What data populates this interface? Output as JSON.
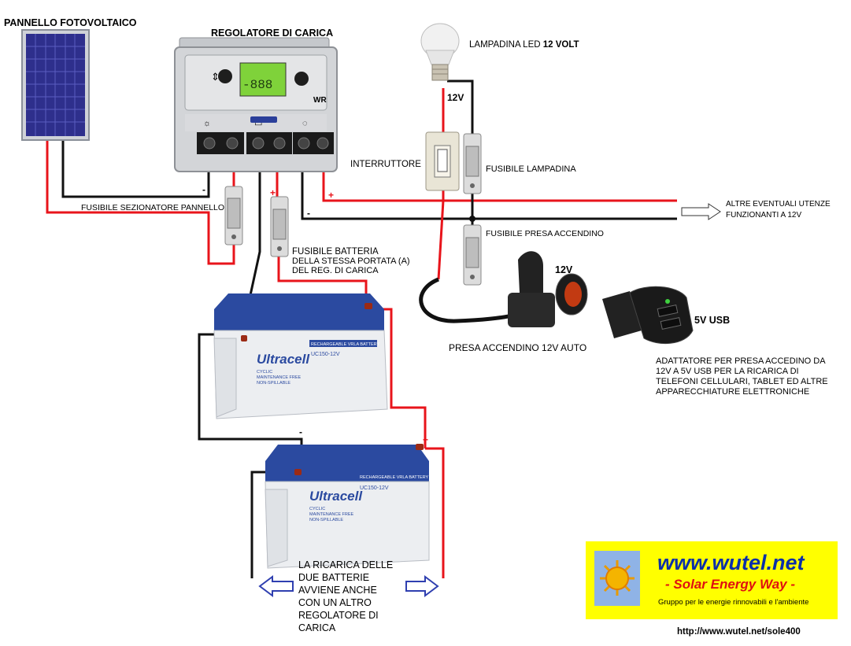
{
  "labels": {
    "panel_title": "PANNELLO FOTOVOLTAICO",
    "regulator_title": "REGOLATORE DI CARICA",
    "regulator_brand": "WR",
    "regulator_lcd": "-888",
    "lamp_title_a": "LAMPADINA LED",
    "lamp_title_b": "12 VOLT",
    "lamp_voltage": "12V",
    "switch_label": "INTERRUTTORE",
    "fuse_lamp": "FUSIBILE LAMPADINA",
    "fuse_panel": "FUSIBILE SEZIONATORE PANNELLO",
    "other_loads_1": "ALTRE EVENTUALI UTENZE",
    "other_loads_2": "FUNZIONANTI A 12V",
    "fuse_socket": "FUSIBILE PRESA ACCENDINO",
    "fuse_battery_1": "FUSIBILE BATTERIA",
    "fuse_battery_2": "DELLA STESSA PORTATA (A)",
    "fuse_battery_3": "DEL REG. DI CARICA",
    "socket_voltage": "12V",
    "socket_label": "PRESA ACCENDINO 12V AUTO",
    "usb_label": "5V USB",
    "adapter_1": "ADATTATORE PER PRESA ACCEDINO DA",
    "adapter_2": "12V A 5V USB PER LA RICARICA DI",
    "adapter_3": "TELEFONI CELLULARI, TABLET ED ALTRE",
    "adapter_4": "APPARECCHIATURE ELETTRONICHE",
    "recharge_1": "LA RICARICA DELLE",
    "recharge_2": "DUE BATTERIE",
    "recharge_3": "AVVIENE ANCHE",
    "recharge_4": "CON UN ALTRO",
    "recharge_5": "REGOLATORE DI",
    "recharge_6": "CARICA",
    "battery_brand": "Ultracell",
    "battery_strip": "RECHARGEABLE VRLA BATTERY",
    "battery_model": "UC150-12V",
    "battery_features_1": "CYCLIC",
    "battery_features_2": "MAINTENANCE FREE",
    "battery_features_3": "NON-SPILLABLE",
    "plus": "+",
    "minus": "-"
  },
  "logo": {
    "site": "www.wutel.net",
    "slogan": "- Solar Energy Way -",
    "tagline": "Gruppo per le energie rinnovabili e l'ambiente",
    "url": "http://www.wutel.net/sole400"
  },
  "colors": {
    "wire_positive": "#e8141b",
    "wire_negative": "#111111",
    "arrow_blue": "#2f3fb0",
    "logo_bg": "#ffff00",
    "logo_blue": "#0b2fa8",
    "logo_red": "#e01010",
    "battery_blue": "#2b4aa0"
  }
}
